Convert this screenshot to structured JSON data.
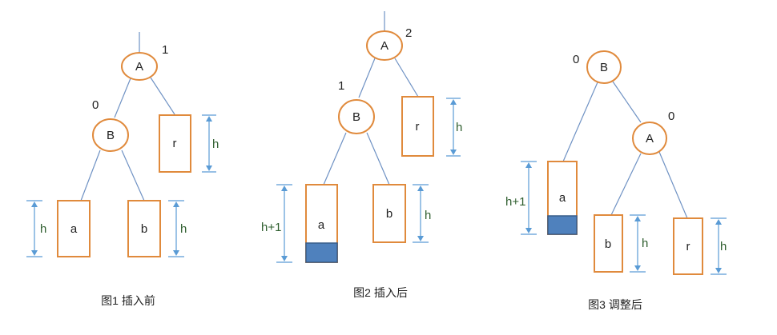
{
  "fig1": {
    "caption": "图1 插入前",
    "nodeA": "A",
    "nodeA_bal": "1",
    "nodeB": "B",
    "nodeB_bal": "0",
    "box_a": "a",
    "box_b": "b",
    "box_r": "r",
    "dim_a": "h",
    "dim_b": "h",
    "dim_r": "h"
  },
  "fig2": {
    "caption": "图2 插入后",
    "nodeA": "A",
    "nodeA_bal": "2",
    "nodeB": "B",
    "nodeB_bal": "1",
    "box_a": "a",
    "box_b": "b",
    "box_r": "r",
    "dim_a": "h+1",
    "dim_b": "h",
    "dim_r": "h"
  },
  "fig3": {
    "caption": "图3 调整后",
    "nodeB": "B",
    "nodeB_bal": "0",
    "nodeA": "A",
    "nodeA_bal": "0",
    "box_a": "a",
    "box_b": "b",
    "box_r": "r",
    "dim_a": "h+1",
    "dim_b": "h",
    "dim_r": "h"
  },
  "colors": {
    "node_stroke": "#e08a3c",
    "edge": "#6f92c4",
    "inserted_block": "#4f81bd"
  }
}
